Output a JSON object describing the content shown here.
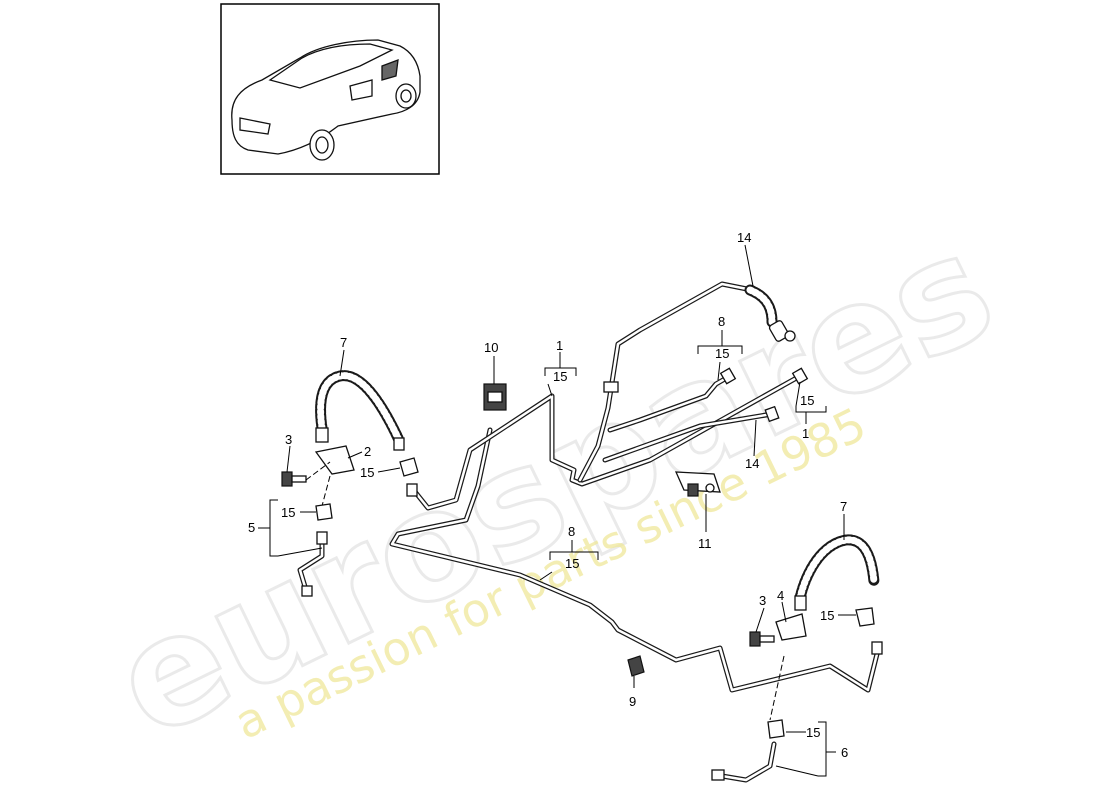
{
  "watermark": {
    "brand": "eurospares",
    "tagline": "a passion for parts since 1985"
  },
  "callouts": [
    {
      "id": "c14-top",
      "text": "14"
    },
    {
      "id": "c8-top",
      "text": "8"
    },
    {
      "id": "c15-8top",
      "text": "15"
    },
    {
      "id": "c10",
      "text": "10"
    },
    {
      "id": "c1-mid",
      "text": "1"
    },
    {
      "id": "c15-1mid",
      "text": "15"
    },
    {
      "id": "c7-left",
      "text": "7"
    },
    {
      "id": "c15-1right",
      "text": "15"
    },
    {
      "id": "c1-right",
      "text": "1"
    },
    {
      "id": "c14-right",
      "text": "14"
    },
    {
      "id": "c3-left",
      "text": "3"
    },
    {
      "id": "c2",
      "text": "2"
    },
    {
      "id": "c15-clipleft",
      "text": "15"
    },
    {
      "id": "c15-5",
      "text": "15"
    },
    {
      "id": "c5",
      "text": "5"
    },
    {
      "id": "c11",
      "text": "11"
    },
    {
      "id": "c8-lower",
      "text": "8"
    },
    {
      "id": "c15-8lower",
      "text": "15"
    },
    {
      "id": "c7-right",
      "text": "7"
    },
    {
      "id": "c3-right",
      "text": "3"
    },
    {
      "id": "c4",
      "text": "4"
    },
    {
      "id": "c15-clipright",
      "text": "15"
    },
    {
      "id": "c9",
      "text": "9"
    },
    {
      "id": "c15-6",
      "text": "15"
    },
    {
      "id": "c6",
      "text": "6"
    }
  ]
}
